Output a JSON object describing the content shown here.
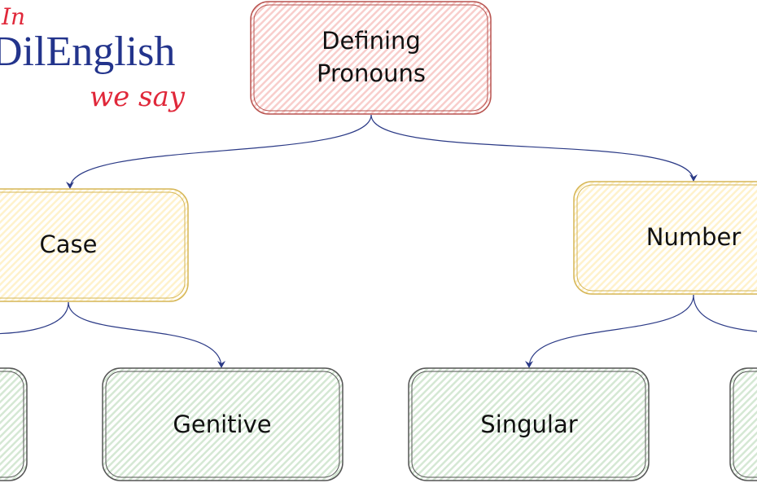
{
  "logo": {
    "line1": "In",
    "line2": "DilEnglish",
    "line3": "we say",
    "colors": {
      "blue": "#23348c",
      "red": "#e0283a"
    }
  },
  "nodes": {
    "root": {
      "line1": "Defining",
      "line2": "Pronouns"
    },
    "case": "Case",
    "number": "Number",
    "genitive": "Genitive",
    "singular": "Singular"
  },
  "colors": {
    "root_stroke": "#b85450",
    "root_fill": "#f8cecc",
    "mid_stroke": "#d6b656",
    "mid_fill": "#fff2cc",
    "leaf_stroke": "#555555",
    "leaf_fill": "#d5e8d4",
    "edge": "#2b3a86"
  }
}
